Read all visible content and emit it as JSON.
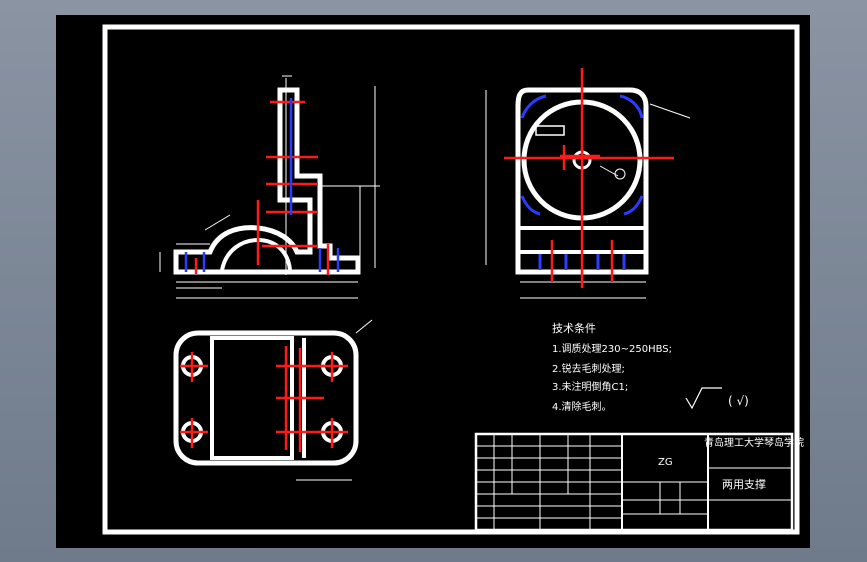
{
  "tech": {
    "title": "技术条件",
    "items": [
      "1.调质处理230~250HBS;",
      "2.锐去毛刺处理;",
      "3.未注明倒角C1;",
      "4.清除毛刺。"
    ]
  },
  "roughness": {
    "label": "√",
    "suffix": "( √)"
  },
  "title_block": {
    "material": "ZG",
    "school": "青岛理工大学琴岛学院",
    "part_name": "两用支撑"
  }
}
